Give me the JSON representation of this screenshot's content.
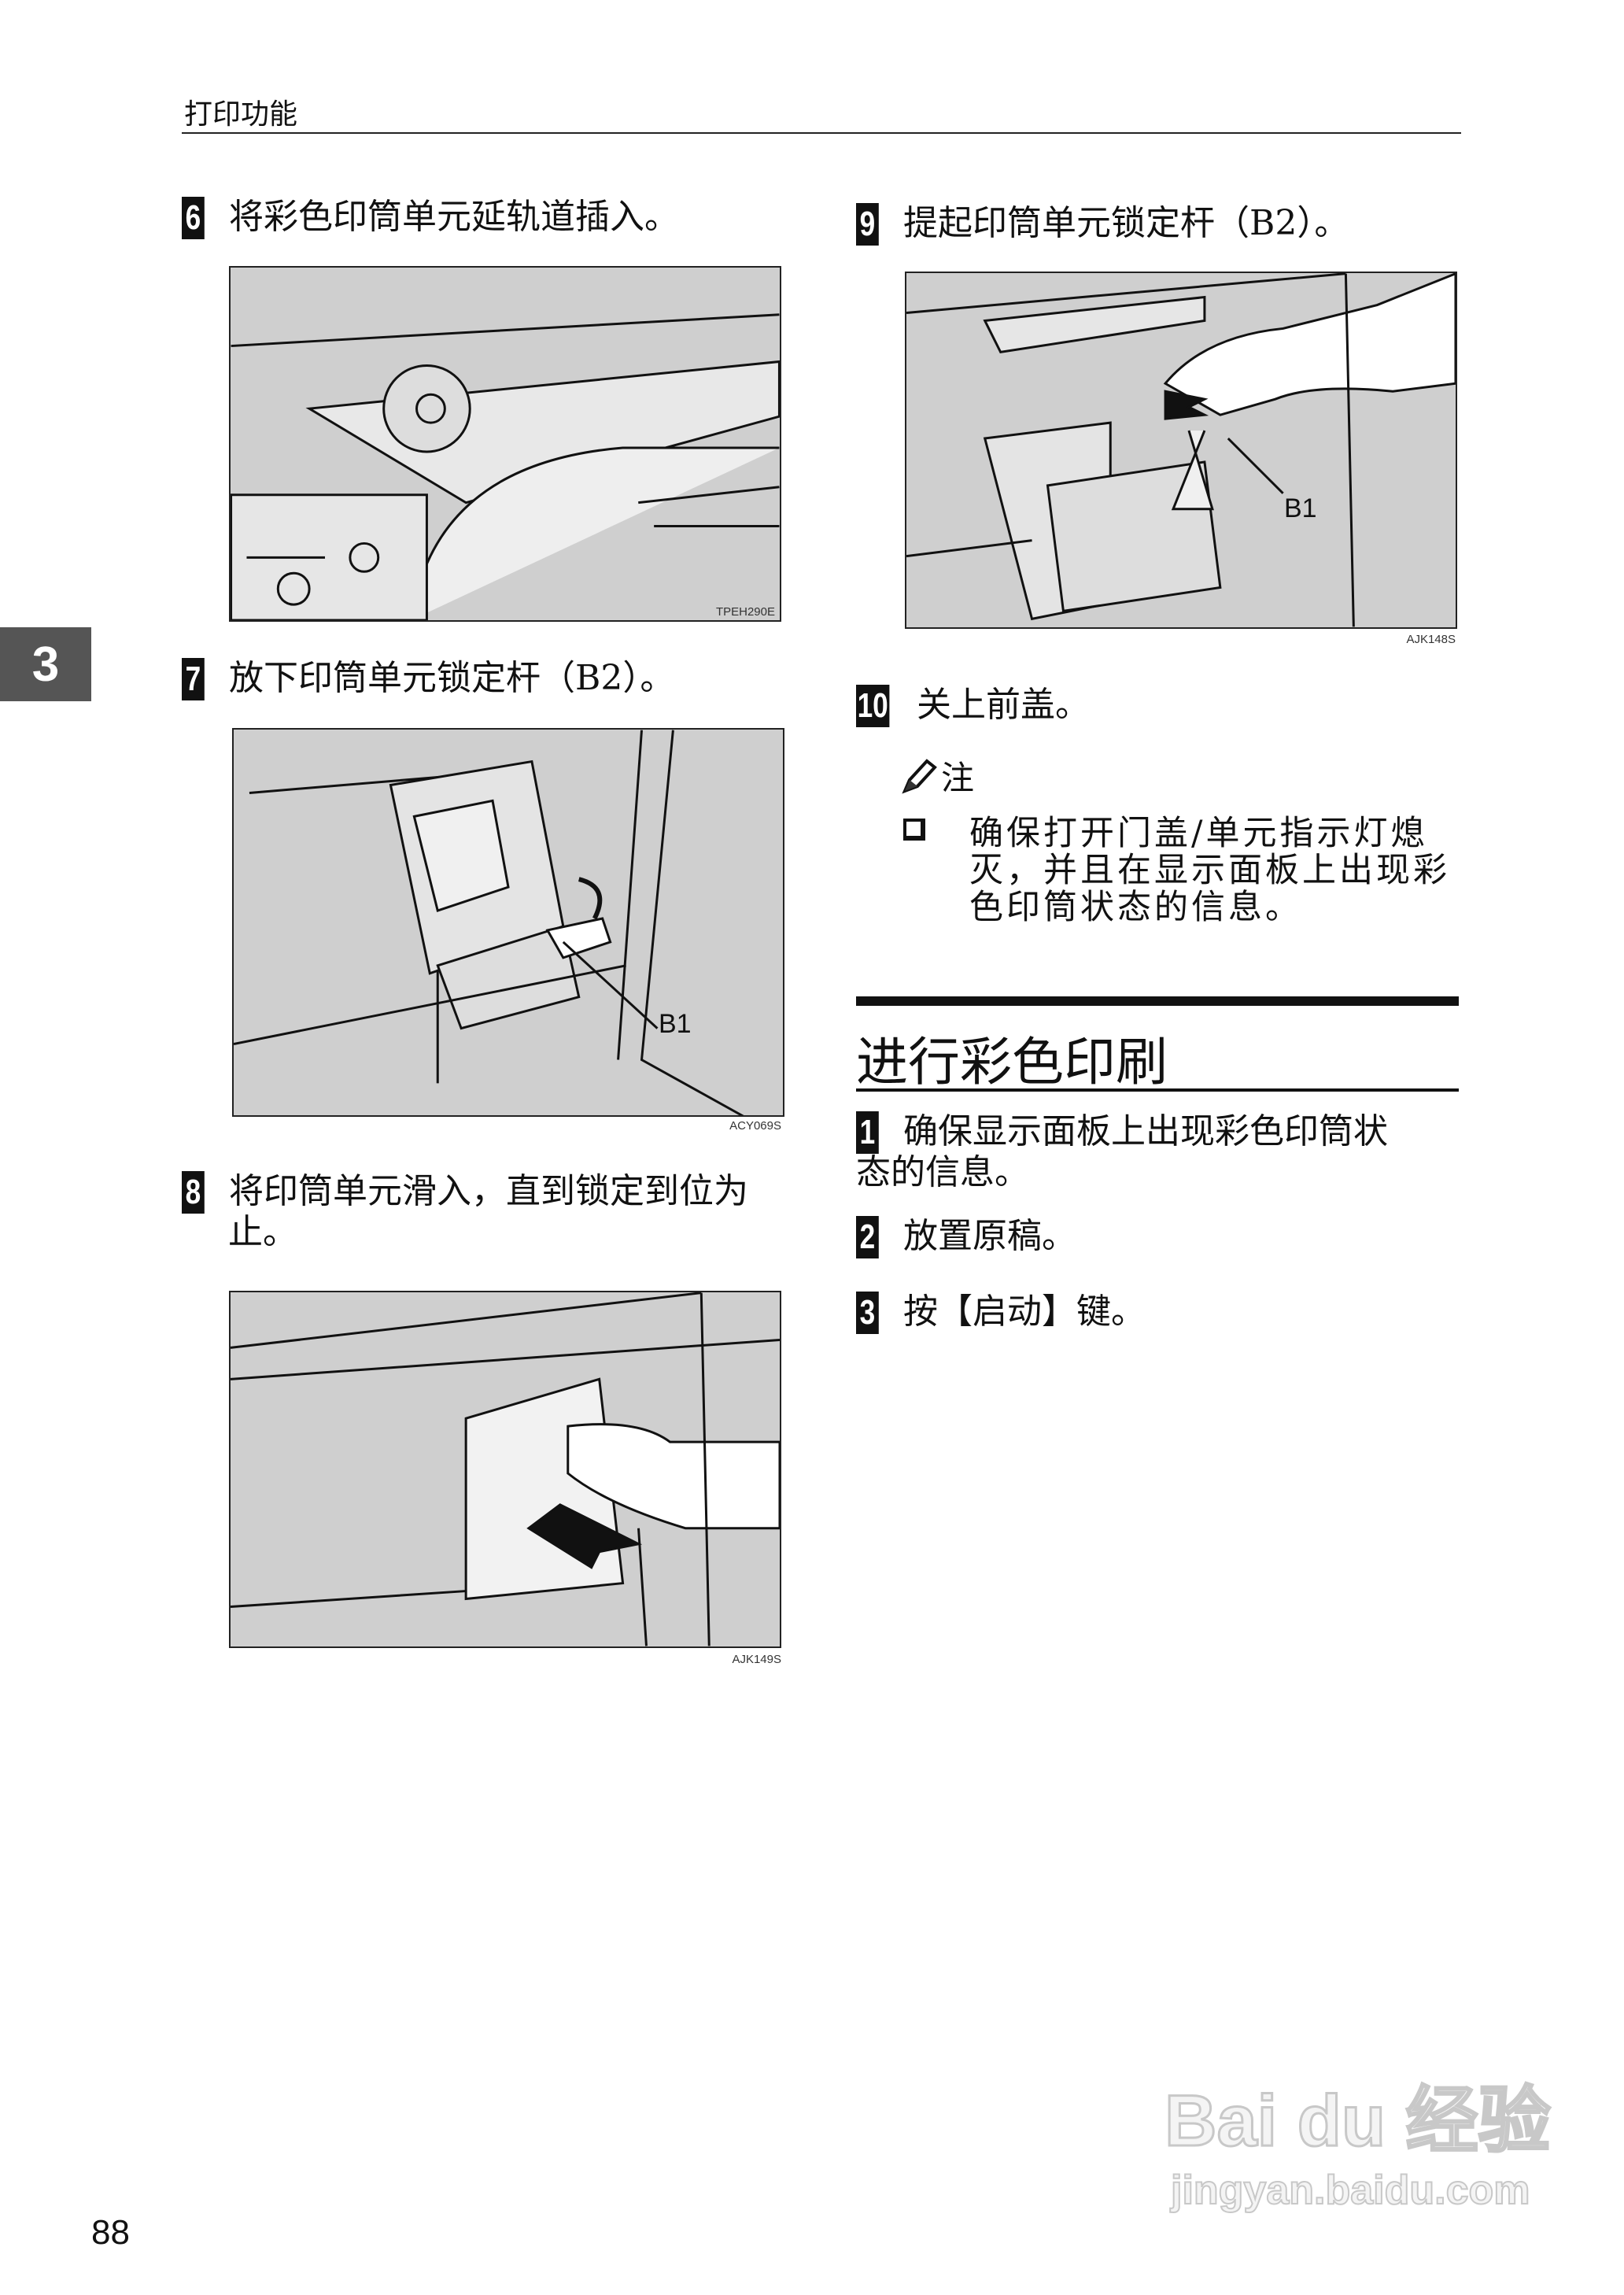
{
  "header": {
    "title": "打印功能"
  },
  "chapter_tab": "3",
  "steps_left": [
    {
      "num": "6",
      "text": "将彩色印筒单元延轨道插入。",
      "figure_code": "TPEH290E"
    },
    {
      "num": "7",
      "text": "放下印筒单元锁定杆（B2）。",
      "figure_code": "ACY069S",
      "label": "B1"
    },
    {
      "num": "8",
      "text": "将印筒单元滑入，直到锁定到位为",
      "text2": "止。",
      "figure_code": "AJK149S"
    }
  ],
  "steps_right": [
    {
      "num": "9",
      "text": "提起印筒单元锁定杆（B2）。",
      "figure_code": "AJK148S",
      "label": "B1"
    },
    {
      "num": "10",
      "text": "关上前盖。"
    }
  ],
  "note": {
    "icon": "pencil-icon",
    "title": "注",
    "bullet_icon": "checkbox-square-icon",
    "lines": [
      "确保打开门盖/单元指示灯熄",
      "灭，并且在显示面板上出现彩",
      "色印筒状态的信息。"
    ]
  },
  "section": {
    "title": "进行彩色印刷",
    "steps": [
      {
        "num": "1",
        "text": "确保显示面板上出现彩色印筒状",
        "text2": "态的信息。"
      },
      {
        "num": "2",
        "text": "放置原稿。"
      },
      {
        "num": "3",
        "text": "按【启动】键。"
      }
    ]
  },
  "page_number": "88",
  "watermark": {
    "line1": "Bai du 经验",
    "line2": "jingyan.baidu.com"
  }
}
